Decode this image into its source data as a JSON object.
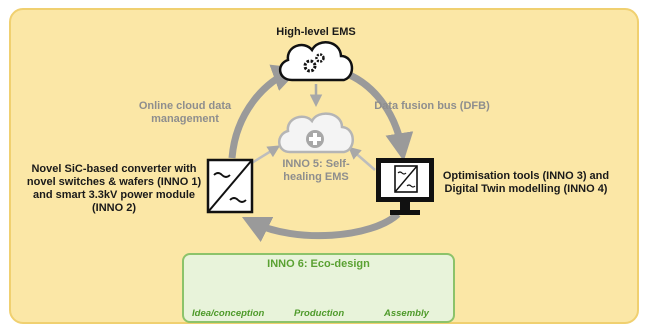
{
  "diagram": {
    "top_node": "High-level EMS",
    "left_arc": "Online cloud data management",
    "right_arc": "Data fusion bus (DFB)",
    "center_label": "INNO 5: Self-healing EMS",
    "left_node": "Novel SiC-based converter with novel switches & wafers (INNO 1) and smart 3.3kV power module (INNO 2)",
    "right_node": "Optimisation tools (INNO 3) and Digital Twin modelling (INNO 4)",
    "eco": {
      "title": "INNO 6: Eco-design",
      "steps": [
        "Idea/conception",
        "Production",
        "Assembly"
      ]
    }
  },
  "icons": [
    "cloud-gears-icon",
    "cloud-plus-icon",
    "converter-icon",
    "monitor-icon",
    "lightbulb-icon",
    "gears-icon",
    "puzzle-icon"
  ],
  "colors": {
    "panel": "#fbe7a6",
    "panel_border": "#f0d070",
    "arrow": "#9a9a9a",
    "eco_fill": "#e8f3da",
    "eco_accent": "#5aa132"
  }
}
